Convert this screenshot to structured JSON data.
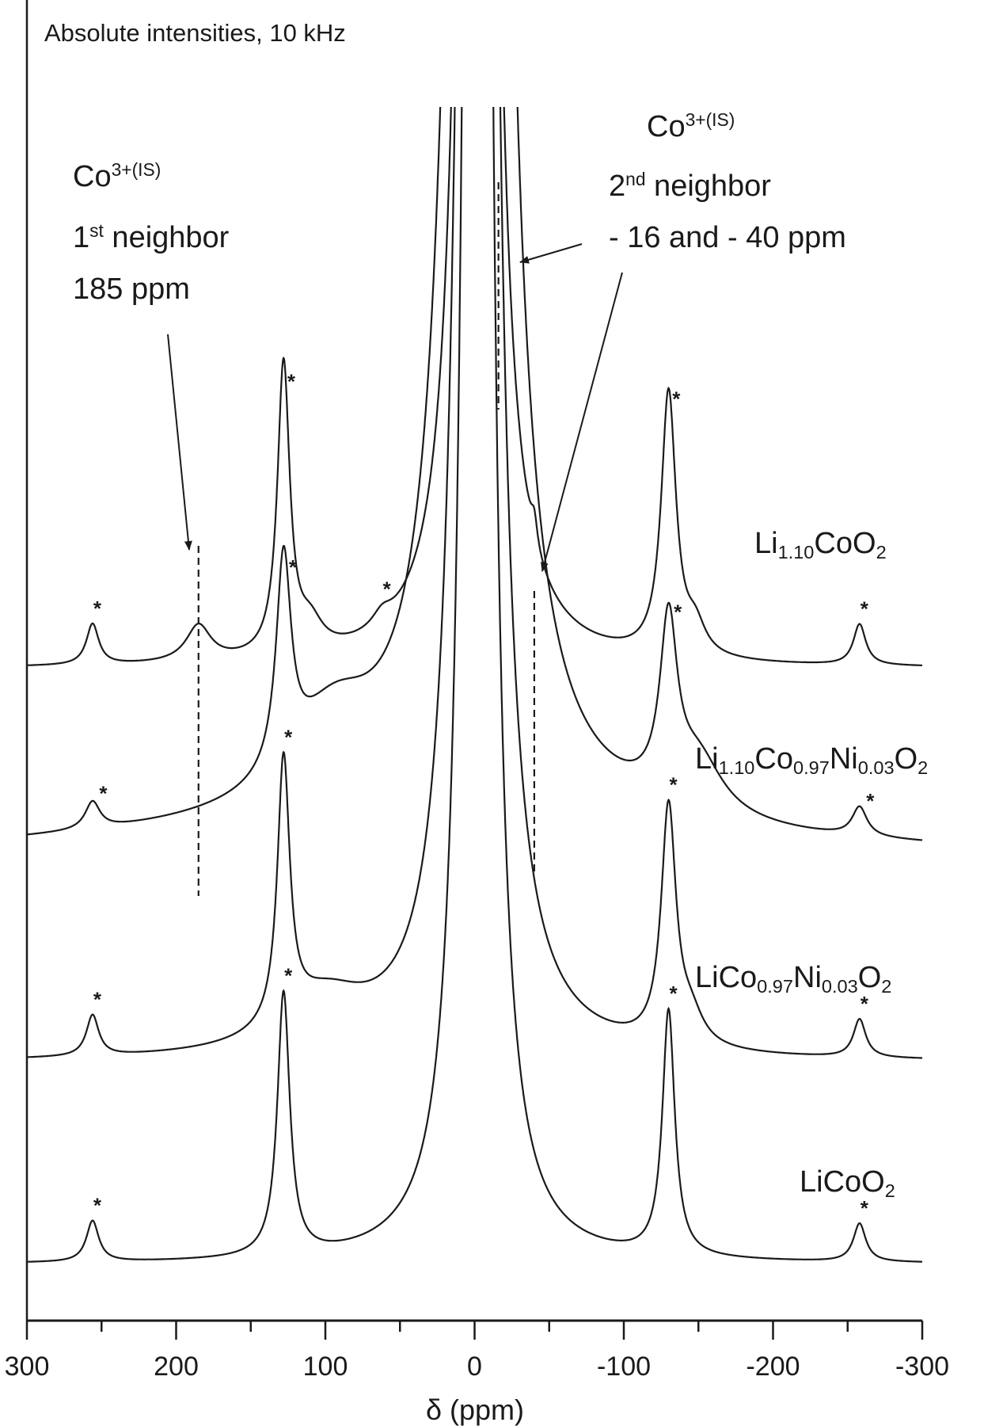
{
  "chart_data": {
    "type": "line",
    "title": "Absolute intensities, 10 kHz",
    "xlabel": "δ (ppm)",
    "ylabel": "",
    "xlim": [
      300,
      -300
    ],
    "x_reversed": true,
    "xticks": [
      "300",
      "200",
      "100",
      "0",
      "-100",
      "-200",
      "-300"
    ],
    "xtick_values": [
      300,
      200,
      100,
      0,
      -100,
      -200,
      -300
    ],
    "grid": false,
    "intensity_units": "arbitrary",
    "series": [
      {
        "name": "LiCoO2",
        "label_parts": [
          {
            "t": "LiCoO"
          },
          {
            "t": "2",
            "sub": true
          }
        ],
        "peaks": [
          {
            "ppm": -2,
            "height": 6000,
            "hwhm": 5.5
          },
          {
            "ppm": 128,
            "height": 290,
            "hwhm": 5
          },
          {
            "ppm": -130,
            "height": 270,
            "hwhm": 5
          },
          {
            "ppm": 256,
            "height": 45,
            "hwhm": 5
          },
          {
            "ppm": -258,
            "height": 42,
            "hwhm": 5
          }
        ],
        "sidebands": [
          256,
          128,
          -130,
          -258
        ]
      },
      {
        "name": "LiCo0.97Ni0.03O2",
        "label_parts": [
          {
            "t": "LiCo"
          },
          {
            "t": "0.97",
            "sub": true
          },
          {
            "t": "Ni"
          },
          {
            "t": "0.03",
            "sub": true
          },
          {
            "t": "O"
          },
          {
            "t": "2",
            "sub": true
          }
        ],
        "peaks": [
          {
            "ppm": -2,
            "height": 6000,
            "hwhm": 7
          },
          {
            "ppm": 128,
            "height": 290,
            "hwhm": 5
          },
          {
            "ppm": 100,
            "height": 55,
            "hwhm": 35
          },
          {
            "ppm": -130,
            "height": 260,
            "hwhm": 6
          },
          {
            "ppm": -145,
            "height": 30,
            "hwhm": 10
          },
          {
            "ppm": 256,
            "height": 45,
            "hwhm": 5
          },
          {
            "ppm": -258,
            "height": 42,
            "hwhm": 5
          }
        ],
        "sidebands": [
          256,
          128,
          -130,
          -258
        ]
      },
      {
        "name": "Li1.10Co0.97Ni0.03O2",
        "label_parts": [
          {
            "t": "Li"
          },
          {
            "t": "1.10",
            "sub": true
          },
          {
            "t": "Co"
          },
          {
            "t": "0.97",
            "sub": true
          },
          {
            "t": "Ni"
          },
          {
            "t": "0.03",
            "sub": true
          },
          {
            "t": "O"
          },
          {
            "t": "2",
            "sub": true
          }
        ],
        "peaks": [
          {
            "ppm": -3,
            "height": 6000,
            "hwhm": 10
          },
          {
            "ppm": 128,
            "height": 230,
            "hwhm": 6
          },
          {
            "ppm": 95,
            "height": 90,
            "hwhm": 35
          },
          {
            "ppm": -130,
            "height": 190,
            "hwhm": 7
          },
          {
            "ppm": -150,
            "height": 60,
            "hwhm": 20
          },
          {
            "ppm": 256,
            "height": 30,
            "hwhm": 6
          },
          {
            "ppm": -258,
            "height": 32,
            "hwhm": 6
          },
          {
            "ppm": 50,
            "height": 35,
            "hwhm": 250
          }
        ],
        "sidebands": [
          252,
          125,
          -133,
          -262
        ]
      },
      {
        "name": "Li1.10CoO2",
        "label_parts": [
          {
            "t": "Li"
          },
          {
            "t": "1.10",
            "sub": true
          },
          {
            "t": "CoO"
          },
          {
            "t": "2",
            "sub": true
          }
        ],
        "peaks": [
          {
            "ppm": -2,
            "height": 6000,
            "hwhm": 6
          },
          {
            "ppm": 128,
            "height": 320,
            "hwhm": 5
          },
          {
            "ppm": 110,
            "height": 30,
            "hwhm": 10
          },
          {
            "ppm": 185,
            "height": 40,
            "hwhm": 10
          },
          {
            "ppm": 62,
            "height": 15,
            "hwhm": 8
          },
          {
            "ppm": -40,
            "height": 28,
            "hwhm": 2.5
          },
          {
            "ppm": -130,
            "height": 290,
            "hwhm": 6
          },
          {
            "ppm": -148,
            "height": 30,
            "hwhm": 8
          },
          {
            "ppm": 256,
            "height": 45,
            "hwhm": 5
          },
          {
            "ppm": -258,
            "height": 45,
            "hwhm": 5
          }
        ],
        "sidebands": [
          256,
          126,
          62,
          -132,
          -258
        ]
      }
    ],
    "annotations": {
      "first_neighbor": {
        "lines": [
          {
            "parts": [
              {
                "t": "Co"
              },
              {
                "t": "3+(IS)",
                "sup": true
              }
            ]
          },
          {
            "parts": [
              {
                "t": "1"
              },
              {
                "t": "st",
                "sup": true
              },
              {
                "t": " neighbor"
              }
            ]
          },
          {
            "parts": [
              {
                "t": "185 ppm"
              }
            ]
          }
        ],
        "marker_ppm": 185
      },
      "second_neighbor": {
        "lines": [
          {
            "parts": [
              {
                "t": "Co"
              },
              {
                "t": "3+(IS)",
                "sup": true
              }
            ]
          },
          {
            "parts": [
              {
                "t": "2"
              },
              {
                "t": "nd",
                "sup": true
              },
              {
                "t": " neighbor"
              }
            ]
          },
          {
            "parts": [
              {
                "t": "- 16 and - 40 ppm"
              }
            ]
          }
        ],
        "marker_ppms": [
          -16,
          -40
        ]
      }
    },
    "sideband_marker": "*"
  }
}
